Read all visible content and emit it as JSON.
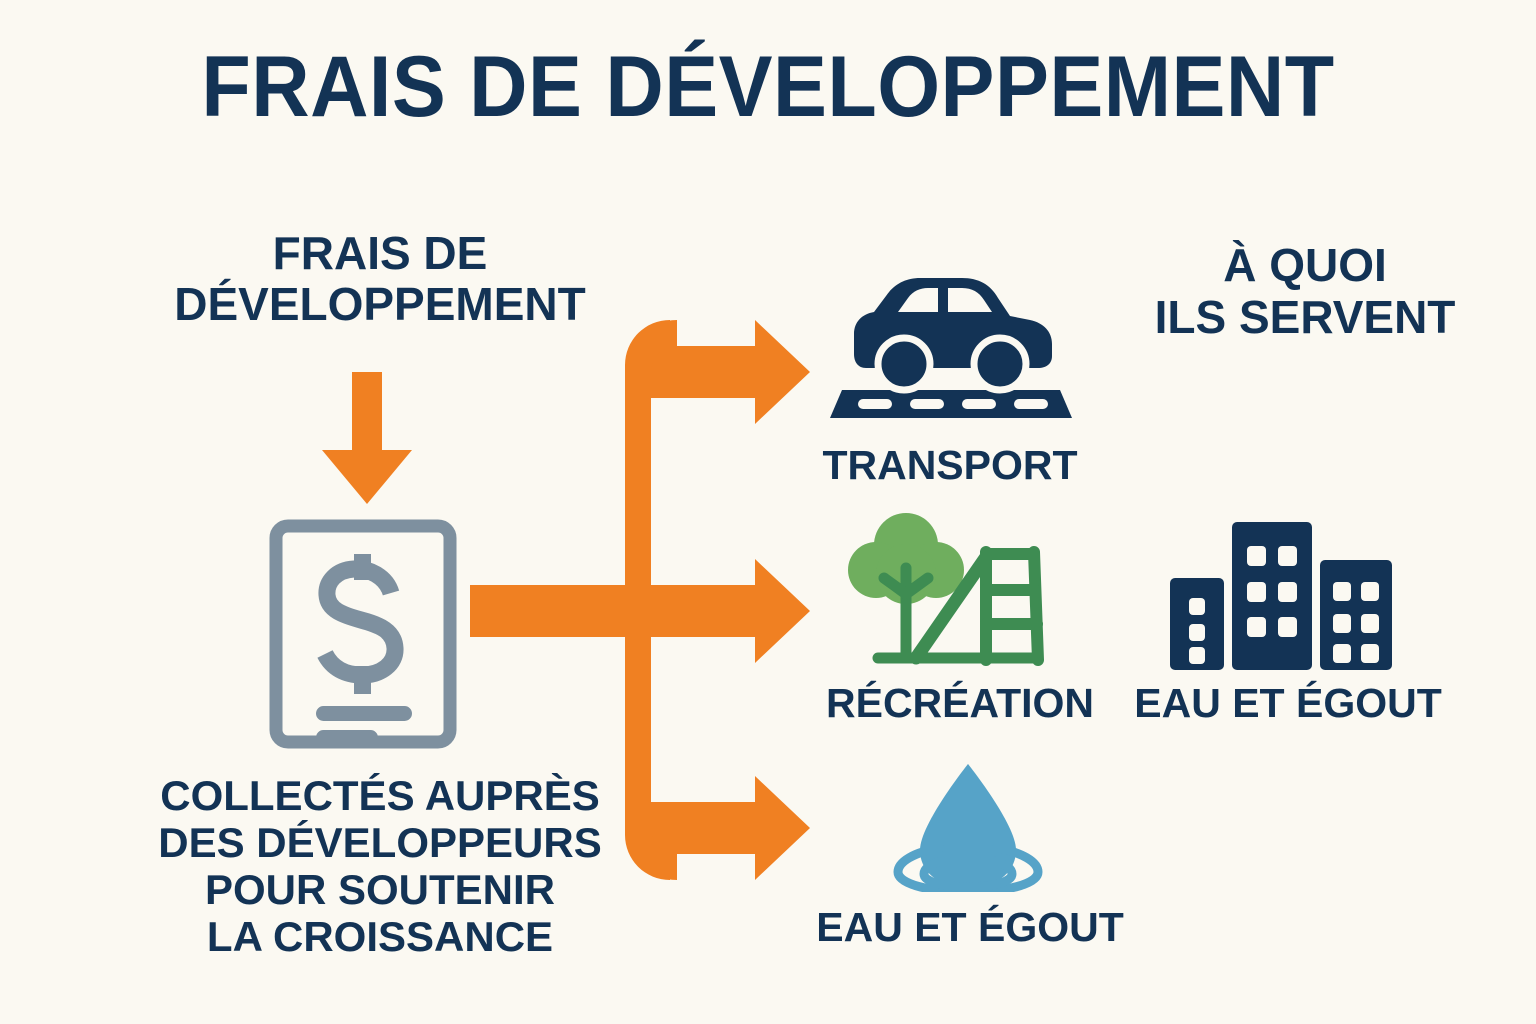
{
  "title": "FRAIS DE DÉVELOPPEMENT",
  "left": {
    "heading_lines": [
      "FRAIS DE",
      "DÉVELOPPEMENT"
    ],
    "down_arrow_icon": "down-arrow-icon",
    "document_icon": "dollar-document-icon",
    "caption_lines": [
      "COLLECTÉS AUPRÈS",
      "DES DÉVELOPPEURS",
      "POUR SOUTENIR",
      "LA CROISSANCE"
    ]
  },
  "right": {
    "heading_lines": [
      "À QUOI",
      "ILS SERVENT"
    ],
    "services": [
      {
        "id": "transport",
        "label": "TRANSPORT",
        "icon": "car-on-road-icon"
      },
      {
        "id": "recreation",
        "label": "RÉCRÉATION",
        "icon": "tree-and-slide-icon"
      },
      {
        "id": "water",
        "label": "EAU ET ÉGOUT",
        "icon": "water-droplet-icon"
      },
      {
        "id": "buildings",
        "label": "EAU ET ÉGOUT",
        "icon": "buildings-icon"
      }
    ]
  },
  "connector": {
    "icon": "three-branch-arrow-icon",
    "branches": 3
  },
  "colors": {
    "background": "#FBF9F2",
    "navy": "#133355",
    "orange": "#F08022",
    "gray_blue": "#7E909F",
    "green_tree": "#6FAE5E",
    "green_slide": "#3E8C52",
    "blue_water": "#56A3C8"
  }
}
